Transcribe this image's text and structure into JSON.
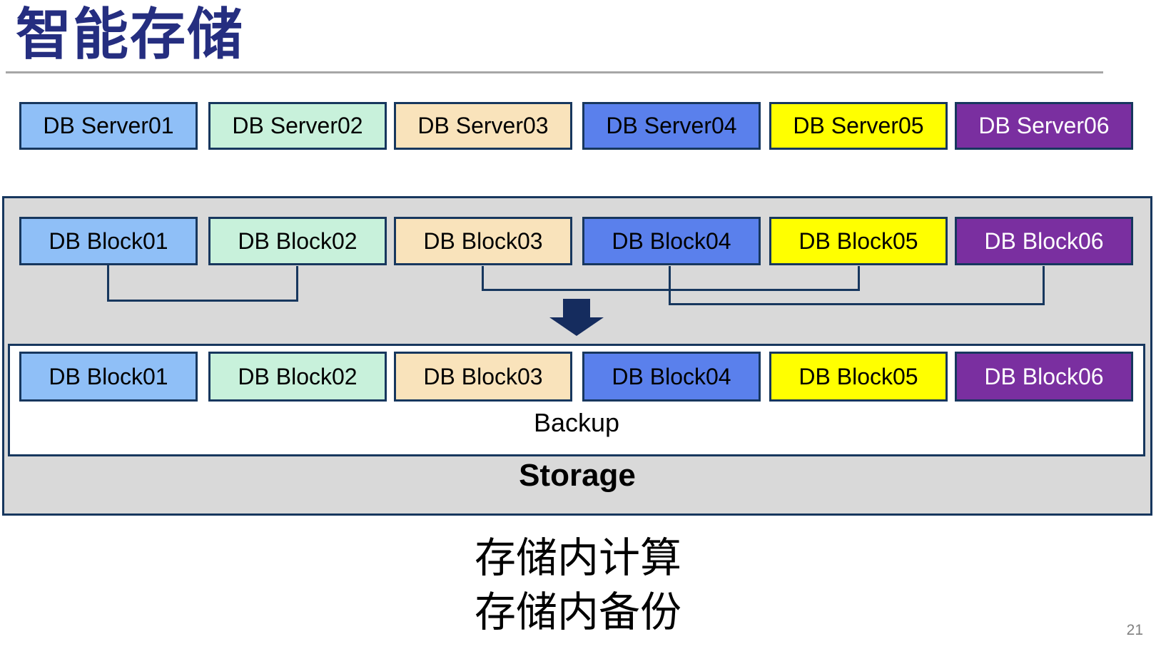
{
  "slide": {
    "title": "智能存储",
    "page_number": "21",
    "caption_lines": [
      "存储内计算",
      "存储内备份"
    ]
  },
  "servers": [
    "DB Server01",
    "DB Server02",
    "DB Server03",
    "DB Server04",
    "DB Server05",
    "DB Server06"
  ],
  "storage": {
    "label": "Storage",
    "backup_label": "Backup",
    "blocks_top": [
      "DB Block01",
      "DB Block02",
      "DB Block03",
      "DB Block04",
      "DB Block05",
      "DB Block06"
    ],
    "blocks_backup": [
      "DB Block01",
      "DB Block02",
      "DB Block03",
      "DB Block04",
      "DB Block05",
      "DB Block06"
    ]
  },
  "palette": {
    "box_fills": [
      "#8FBFF7",
      "#C8F1DB",
      "#F9E3BB",
      "#5A80EC",
      "#FFFF00",
      "#7A2FA0"
    ],
    "box_text_colors": [
      "#000000",
      "#000000",
      "#000000",
      "#000000",
      "#000000",
      "#FFFFFF"
    ],
    "box_border": "#17375E",
    "container_fill": "#D9D9D9",
    "connector": "#17375E",
    "arrow": "#152C5E",
    "title_color": "#252E80",
    "separator": "#A6A6A6",
    "page_number_color": "#808080"
  }
}
